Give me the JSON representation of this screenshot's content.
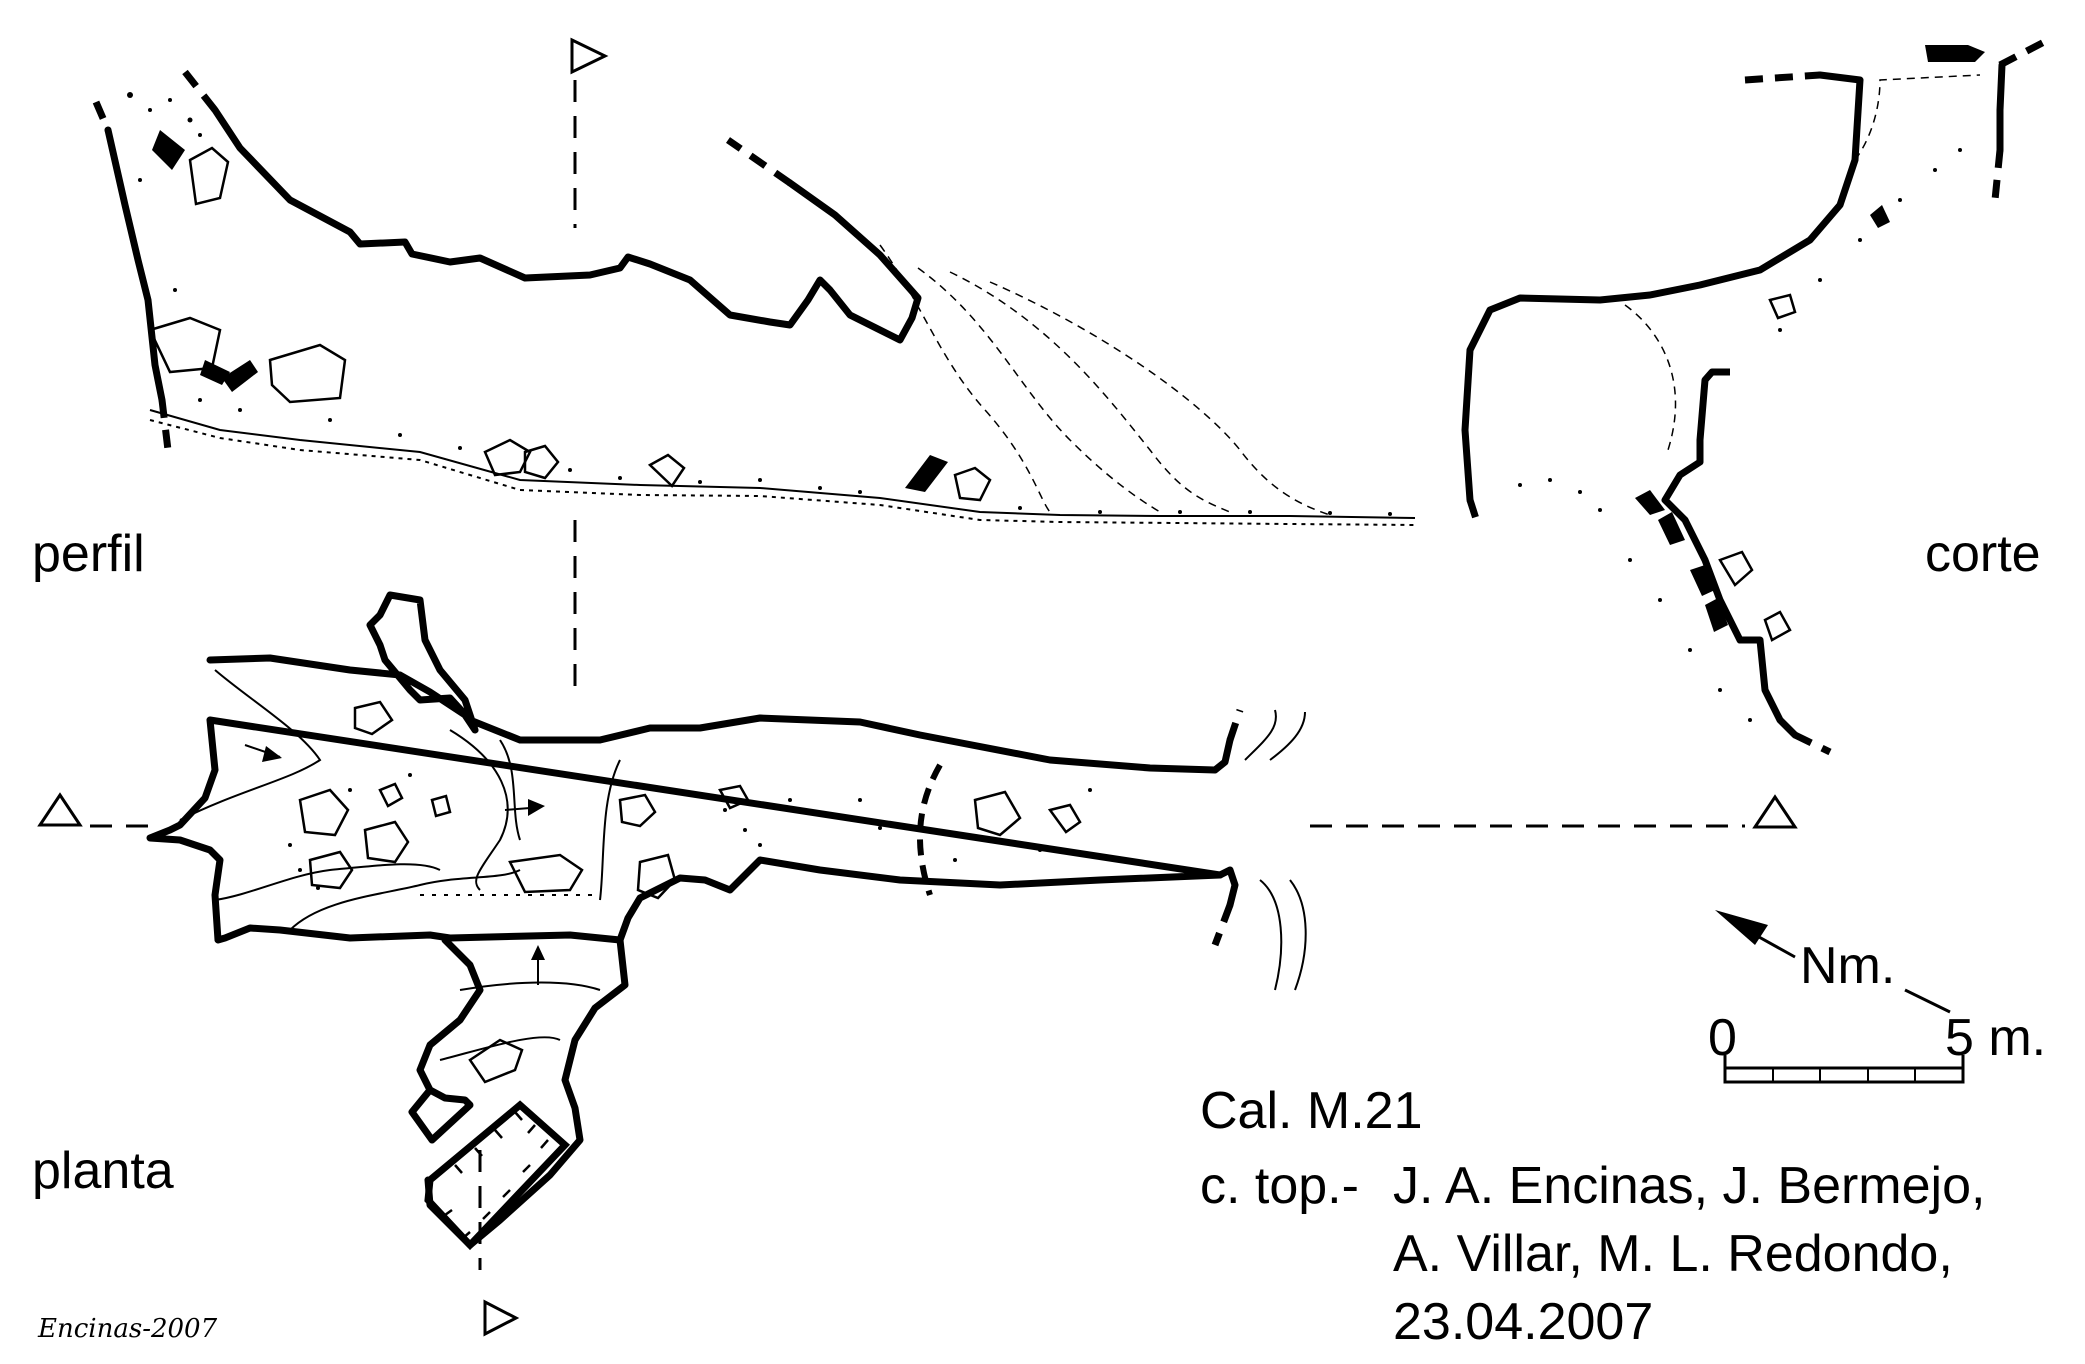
{
  "views": {
    "profile_label": "perfil",
    "section_label": "corte",
    "plan_label": "planta"
  },
  "cave": {
    "name": "Cal. M.21"
  },
  "credits": {
    "prefix": "c. top.-",
    "line1": "J. A. Encinas, J. Bermejo,",
    "line2": "A. Villar, M. L. Redondo,",
    "date": "23.04.2007"
  },
  "north_arrow": {
    "label": "Nm."
  },
  "scale_bar": {
    "start_label": "0",
    "end_label": "5 m.",
    "length_m": 5,
    "divisions": 5
  },
  "signature": "Encinas-2007",
  "colors": {
    "ink": "#000000",
    "paper": "#ffffff"
  }
}
